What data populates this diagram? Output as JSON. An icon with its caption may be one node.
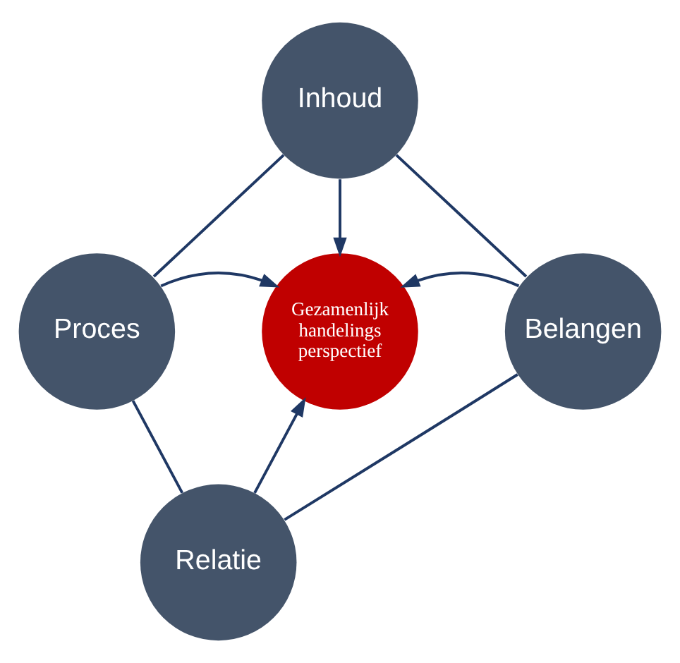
{
  "diagram": {
    "nodes": [
      {
        "text": [
          "Inhoud"
        ]
      },
      {
        "text": [
          "Proces"
        ]
      },
      {
        "text": [
          "Gezamenlijk handelings perspectief"
        ]
      },
      {
        "text": [
          "Belangen"
        ]
      },
      {
        "text": [
          "Relatie"
        ]
      }
    ],
    "edges": [
      {
        "from": 0,
        "to": 1,
        "arrow": "none"
      },
      {
        "from": 0,
        "to": 3,
        "arrow": "none"
      },
      {
        "from": 1,
        "to": 4,
        "arrow": "none"
      },
      {
        "from": 3,
        "to": 4,
        "arrow": "none"
      },
      {
        "from": 0,
        "to": 2,
        "arrow": "to"
      },
      {
        "from": 1,
        "to": 2,
        "arrow": "to"
      },
      {
        "from": 3,
        "to": 2,
        "arrow": "to"
      },
      {
        "from": 4,
        "to": 2,
        "arrow": "to"
      }
    ]
  }
}
